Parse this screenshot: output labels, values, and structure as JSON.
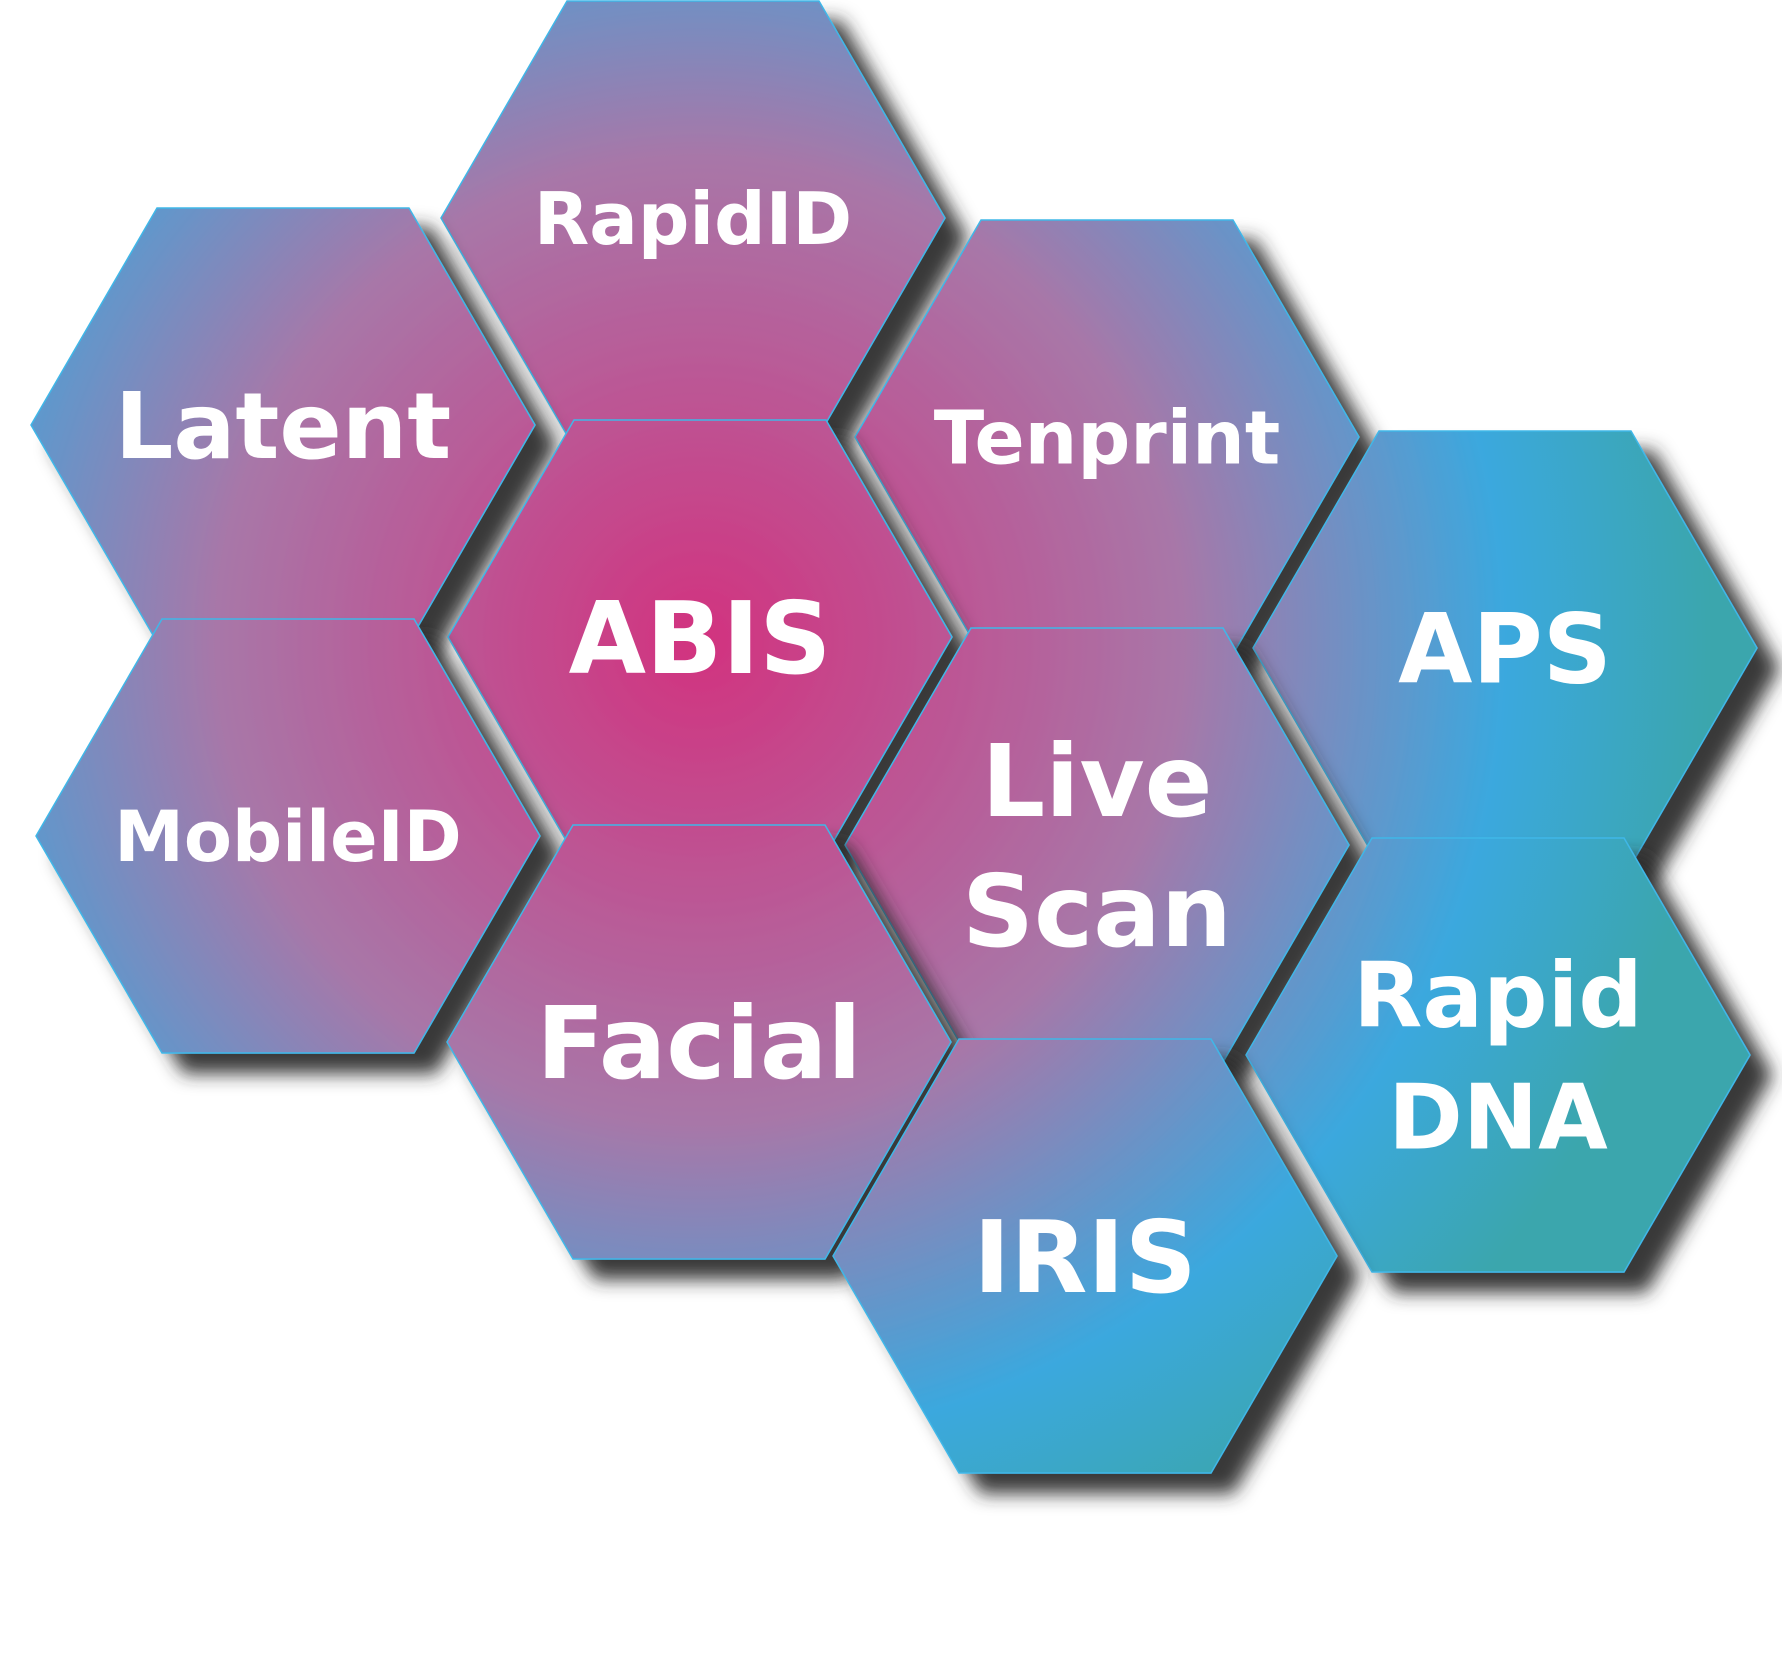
{
  "colors": {
    "blue": "#3ba8de",
    "magenta": "#d2327f",
    "mauve": "#a877a8",
    "teal": "#3aa6ad",
    "shadow": "#2a2a2a"
  },
  "hexagons": [
    {
      "id": "rapidid",
      "lines": [
        "RapidID"
      ]
    },
    {
      "id": "latent",
      "lines": [
        "Latent"
      ]
    },
    {
      "id": "tenprint",
      "lines": [
        "Tenprint"
      ]
    },
    {
      "id": "abis",
      "lines": [
        "ABIS"
      ]
    },
    {
      "id": "aps",
      "lines": [
        "APS"
      ]
    },
    {
      "id": "mobileid",
      "lines": [
        "MobileID"
      ]
    },
    {
      "id": "livescan",
      "lines": [
        "Live",
        "Scan"
      ]
    },
    {
      "id": "facial",
      "lines": [
        "Facial"
      ]
    },
    {
      "id": "rapiddna",
      "lines": [
        "Rapid",
        "DNA"
      ]
    },
    {
      "id": "iris",
      "lines": [
        "IRIS"
      ]
    }
  ]
}
